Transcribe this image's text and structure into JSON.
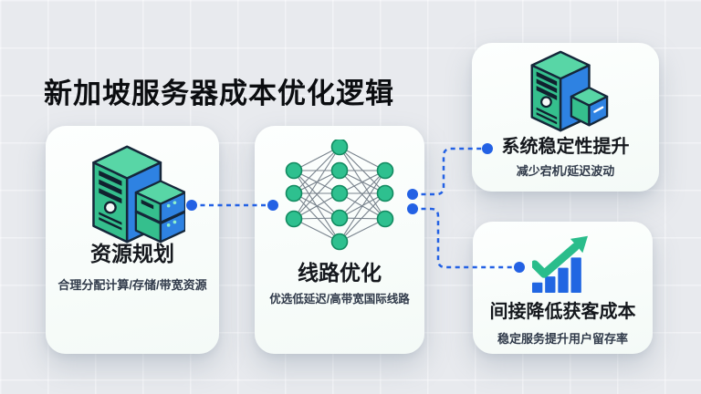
{
  "header": {
    "title": "新加坡服务器成本优化逻辑"
  },
  "cards": {
    "resource": {
      "title": "资源规划",
      "subtitle": "合理分配计算/存储/带宽资源",
      "icon": "server-rack-icon"
    },
    "route": {
      "title": "线路优化",
      "subtitle": "优选低延迟/高带宽国际线路",
      "icon": "neural-network-icon"
    },
    "stability": {
      "title": "系统稳定性提升",
      "subtitle": "减少宕机/延迟波动",
      "icon": "server-cube-icon"
    },
    "cost": {
      "title": "间接降低获客成本",
      "subtitle": "稳定服务提升用户留存率",
      "icon": "growth-chart-icon"
    }
  },
  "diagram": {
    "flow": [
      {
        "from": "资源规划",
        "to": "线路优化"
      },
      {
        "from": "线路优化",
        "to": "系统稳定性提升"
      },
      {
        "from": "线路优化",
        "to": "间接降低获客成本"
      }
    ]
  },
  "colors": {
    "connector_blue": "#2361e4",
    "icon_green": "#35bf8d",
    "icon_green_light": "#58d6a6",
    "icon_blue": "#2e82e2",
    "bar_blue": "#2166e2",
    "arrow_green": "#2abd8b",
    "icon_outline": "#15273a",
    "background": "#e8eaee"
  }
}
